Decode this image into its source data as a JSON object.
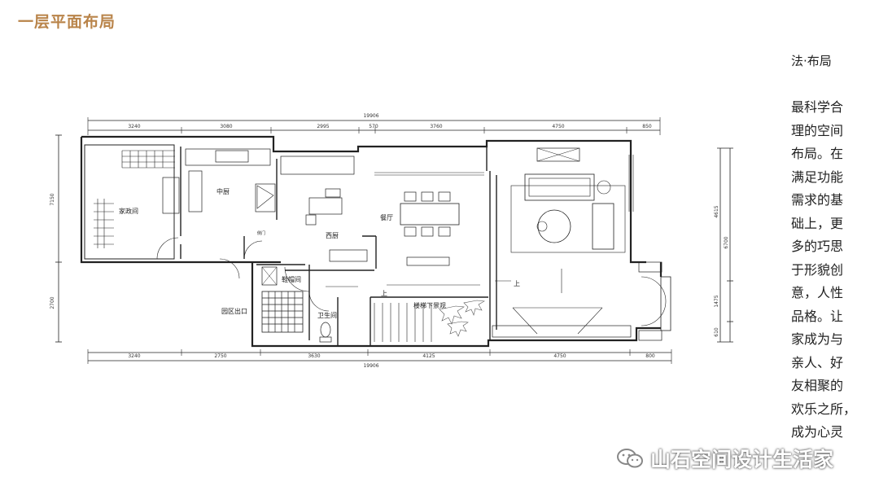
{
  "header": {
    "title": "一层平面布局"
  },
  "sidebar": {
    "heading": "法·布局",
    "lines": [
      "最科学合",
      "理的空间",
      "布局。在",
      "满足功能",
      "需求的基",
      "础上，更",
      "多的巧思",
      "于形貌创",
      "意，人性",
      "品格。让",
      "家成为与",
      "亲人、好",
      "友相聚的",
      "欢乐之所，",
      "成为心灵"
    ]
  },
  "watermark": {
    "text": "山石空间设计生活家"
  },
  "plan": {
    "top_total": "19906",
    "top_dims": [
      "3240",
      "3080",
      "2995",
      "570",
      "3760",
      "4750",
      "850"
    ],
    "bottom_total": "19906",
    "bottom_dims": [
      "3240",
      "2750",
      "3630",
      "4125",
      "4750",
      "800"
    ],
    "left_dims": [
      "7150",
      "2700"
    ],
    "right_dims": [
      "4615",
      "6700",
      "1475",
      "610"
    ],
    "rooms": {
      "family_room": "家政间",
      "kitchen": "中厨",
      "side_door": "侧门",
      "western_kitchen": "西厨",
      "dining": "餐厅",
      "shoe_room": "鞋帽间",
      "toilet": "卫生间",
      "garden_exit": "园区出口",
      "stair_garden": "楼梯下景观",
      "up_left": "上",
      "up_right": "上"
    }
  }
}
